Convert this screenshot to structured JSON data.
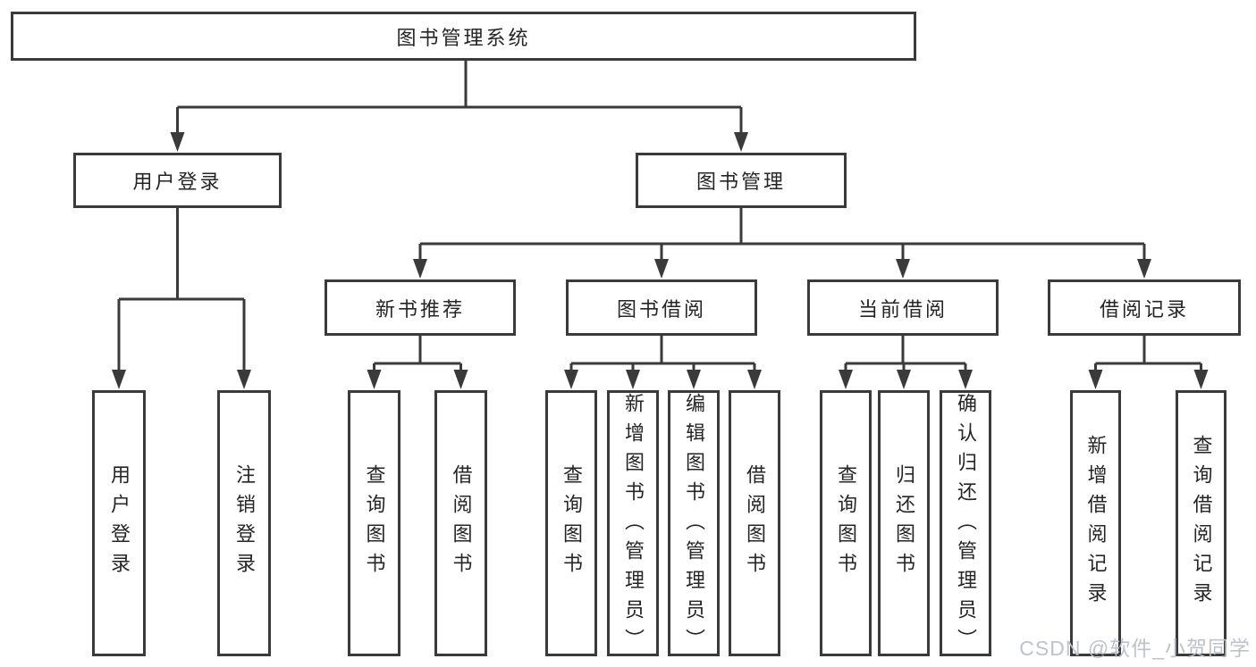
{
  "diagram": {
    "root": {
      "label": "图书管理系统"
    },
    "login": {
      "label": "用户登录",
      "children": [
        {
          "label": "用户登录"
        },
        {
          "label": "注销登录"
        }
      ]
    },
    "manage": {
      "label": "图书管理",
      "groups": [
        {
          "label": "新书推荐",
          "children": [
            {
              "label": "查询图书"
            },
            {
              "label": "借阅图书"
            }
          ]
        },
        {
          "label": "图书借阅",
          "children": [
            {
              "label": "查询图书"
            },
            {
              "label": "新增图书（管理员）"
            },
            {
              "label": "编辑图书（管理员）"
            },
            {
              "label": "借阅图书"
            }
          ]
        },
        {
          "label": "当前借阅",
          "children": [
            {
              "label": "查询图书"
            },
            {
              "label": "归还图书"
            },
            {
              "label": "确认归还（管理员）"
            }
          ]
        },
        {
          "label": "借阅记录",
          "children": [
            {
              "label": "新增借阅记录"
            },
            {
              "label": "查询借阅记录"
            }
          ]
        }
      ]
    }
  },
  "watermark": {
    "text": "CSDN @软件_小贺同学"
  },
  "colors": {
    "line": "#3a3a3a",
    "text": "#252525",
    "background": "#ffffff",
    "watermark": "#babfc7"
  }
}
